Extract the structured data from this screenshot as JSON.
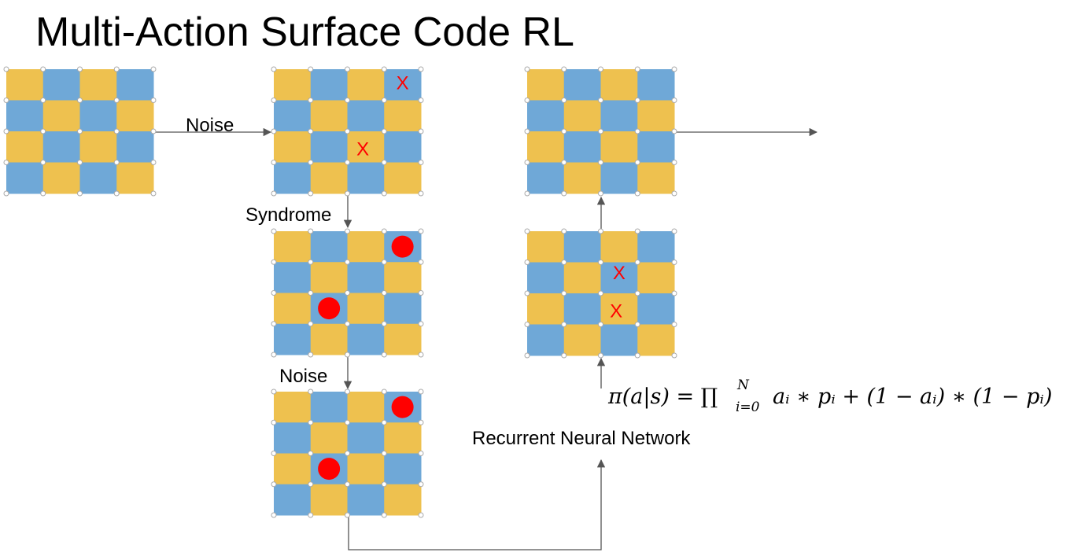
{
  "title": "Multi-Action Surface Code RL",
  "labels": {
    "noise_top": "Noise",
    "syndrome": "Syndrome",
    "noise_bottom": "Noise",
    "rnn": "Recurrent Neural Network"
  },
  "error_marker": "X",
  "formula": {
    "lhs": "π(a|s) = ∏",
    "sup": "N",
    "sub": "i=0",
    "rhs": "aᵢ ∗ pᵢ + (1 − aᵢ) ∗ (1 − pᵢ)"
  },
  "colors": {
    "yellow": "#EEC14F",
    "blue": "#6FA8D7",
    "error_red": "#FF0000",
    "arrow": "#555555",
    "vertex": "#FFFFFF",
    "vertex_border": "#AAAAAA"
  },
  "grid": {
    "rows": 4,
    "cols": 4,
    "pattern": "checkerboard, top-left yellow"
  },
  "boards": [
    {
      "id": "initial-code",
      "errors": [],
      "syndromes": []
    },
    {
      "id": "noisy-code",
      "errors": [
        {
          "row": 0,
          "col": 3
        },
        {
          "row": 2,
          "col": 2
        }
      ],
      "syndromes": []
    },
    {
      "id": "syndrome-code",
      "errors": [],
      "syndromes": [
        {
          "row": 0,
          "col": 3
        },
        {
          "row": 2,
          "col": 1
        }
      ]
    },
    {
      "id": "noisy-syndrome-code",
      "errors": [],
      "syndromes": [
        {
          "row": 0,
          "col": 3
        },
        {
          "row": 2,
          "col": 1
        }
      ]
    },
    {
      "id": "correction-code",
      "errors": [
        {
          "row": 1,
          "col": 2
        },
        {
          "row": 2,
          "col": 2
        }
      ],
      "syndromes": []
    },
    {
      "id": "corrected-code",
      "errors": [],
      "syndromes": []
    }
  ]
}
